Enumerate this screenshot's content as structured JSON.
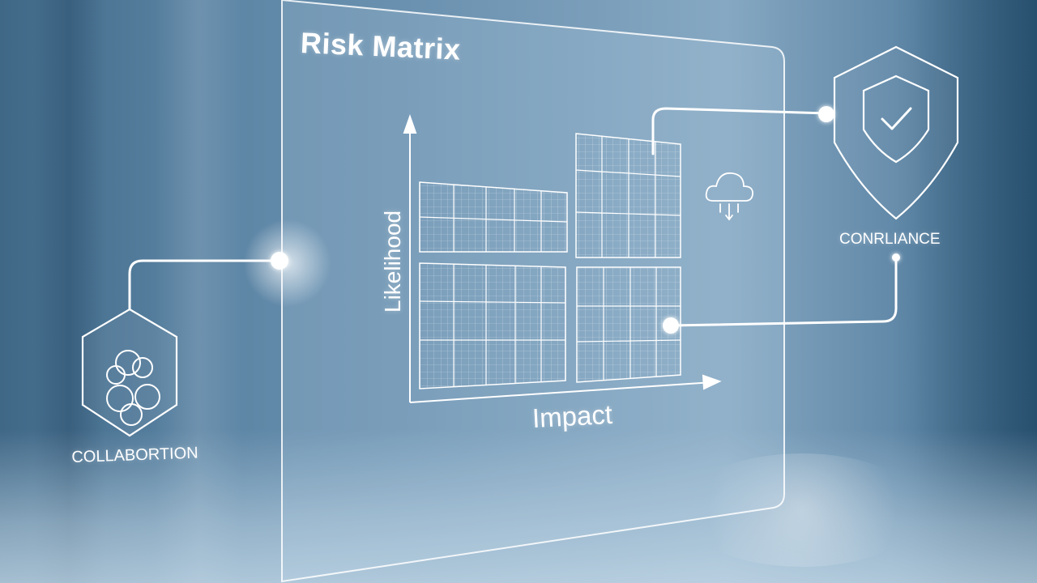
{
  "panel": {
    "title": "Risk Matrix",
    "y_axis_label": "Likelihood",
    "x_axis_label": "Impact"
  },
  "nodes": {
    "collaboration": {
      "label": "COLLABORTION",
      "icon": "people-group-icon"
    },
    "compliance": {
      "label": "CONRLIANCE",
      "icon": "shield-check-icon"
    },
    "cloud": {
      "icon": "cloud-download-icon"
    }
  },
  "colors": {
    "line": "#ffffff",
    "background_dark": "#2f5877",
    "background_light": "#86a8c2"
  }
}
